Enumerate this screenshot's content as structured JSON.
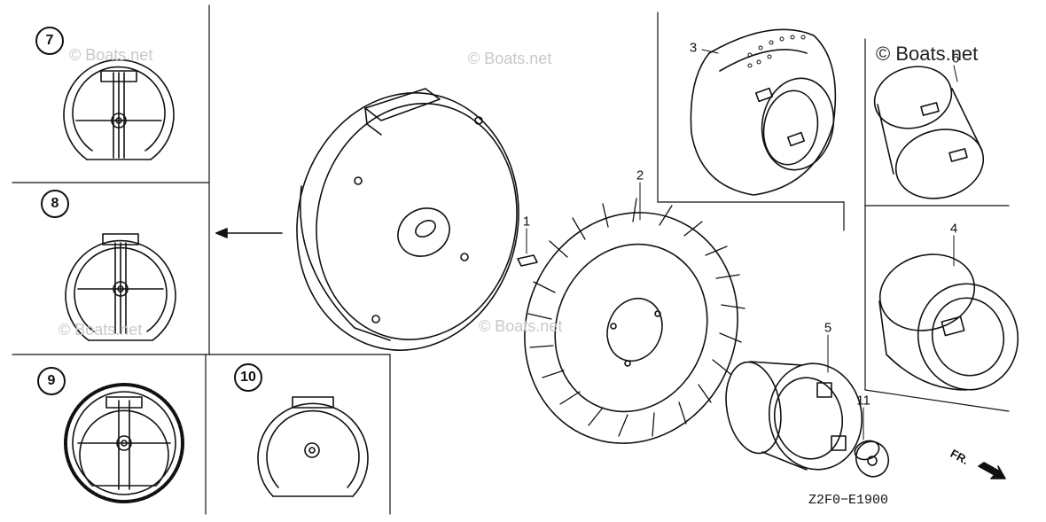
{
  "watermarks": [
    {
      "id": "wm-1",
      "text": "© Boats.net"
    },
    {
      "id": "wm-2",
      "text": "© Boats.net"
    },
    {
      "id": "wm-3",
      "text": "© Boats.net"
    },
    {
      "id": "wm-4",
      "text": "© Boats.net"
    },
    {
      "id": "wm-5",
      "text": "© Boats.net"
    }
  ],
  "callouts": {
    "p1": "1",
    "p2": "2",
    "p3": "3",
    "p4": "4",
    "p5": "5",
    "p6": "6",
    "p11": "11"
  },
  "variant_labels": {
    "v7": "7",
    "v8": "8",
    "v9": "9",
    "v10": "10"
  },
  "direction_label": "FR.",
  "diagram_code": "Z2F0−E1900"
}
